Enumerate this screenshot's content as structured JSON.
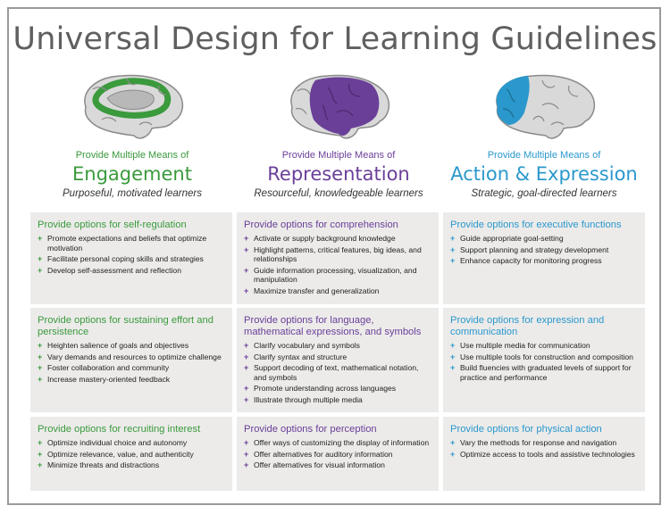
{
  "title": "Universal Design for Learning Guidelines",
  "colors": {
    "engagement": "#3a9a3c",
    "representation": "#6a3f98",
    "action": "#2a98cc"
  },
  "columns": [
    {
      "means": "Provide Multiple Means of",
      "principle": "Engagement",
      "tagline": "Purposeful, motivated learners",
      "icon": "brain-engagement-icon",
      "boxes": [
        {
          "title": "Provide options for self-regulation",
          "items": [
            "Promote expectations and beliefs that optimize motivation",
            "Facilitate personal coping skills and strategies",
            "Develop self-assessment and reflection"
          ]
        },
        {
          "title": "Provide options for sustaining effort and persistence",
          "items": [
            "Heighten salience of goals and objectives",
            "Vary demands and resources to optimize challenge",
            "Foster collaboration and community",
            "Increase mastery-oriented feedback"
          ]
        },
        {
          "title": "Provide options for recruiting interest",
          "items": [
            "Optimize individual choice and autonomy",
            "Optimize relevance, value, and authenticity",
            "Minimize threats and distractions"
          ]
        }
      ]
    },
    {
      "means": "Provide Multiple Means of",
      "principle": "Representation",
      "tagline": "Resourceful, knowledgeable learners",
      "icon": "brain-representation-icon",
      "boxes": [
        {
          "title": "Provide options for comprehension",
          "items": [
            "Activate or supply background knowledge",
            "Highlight patterns, critical features, big ideas, and relationships",
            "Guide information processing, visualization, and manipulation",
            "Maximize transfer and generalization"
          ]
        },
        {
          "title": "Provide options for language, mathematical expressions, and symbols",
          "items": [
            "Clarify vocabulary and symbols",
            "Clarify syntax and structure",
            "Support decoding of text, mathematical notation, and symbols",
            "Promote understanding across languages",
            "Illustrate through multiple media"
          ]
        },
        {
          "title": "Provide options for perception",
          "items": [
            "Offer ways of customizing the display of information",
            "Offer alternatives for auditory information",
            "Offer alternatives for visual information"
          ]
        }
      ]
    },
    {
      "means": "Provide Multiple Means of",
      "principle": "Action & Expression",
      "tagline": "Strategic, goal-directed learners",
      "icon": "brain-action-icon",
      "boxes": [
        {
          "title": "Provide options for executive functions",
          "items": [
            "Guide appropriate goal-setting",
            "Support planning and strategy development",
            "Enhance capacity for monitoring progress"
          ]
        },
        {
          "title": "Provide options for expression and communication",
          "items": [
            "Use multiple media for communication",
            "Use multiple tools for construction and composition",
            "Build fluencies with graduated levels of support for practice and performance"
          ]
        },
        {
          "title": "Provide options for physical action",
          "items": [
            "Vary the methods for response and navigation",
            "Optimize access to tools and assistive technologies"
          ]
        }
      ]
    }
  ]
}
